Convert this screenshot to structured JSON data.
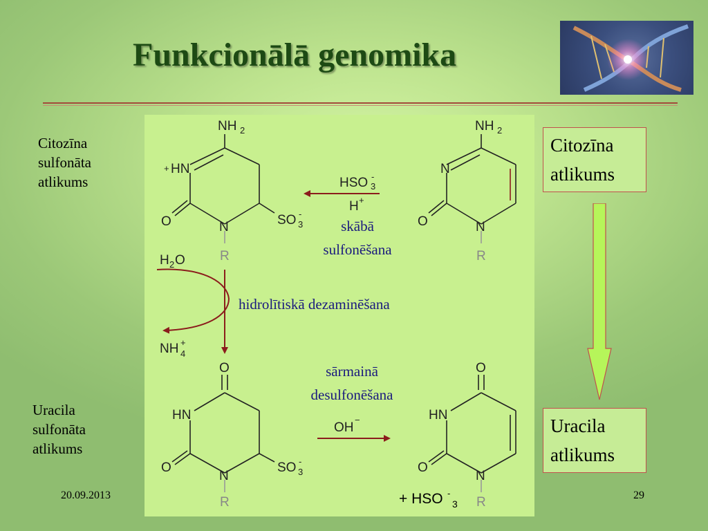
{
  "slide": {
    "title": "Funkcionālā genomika",
    "date": "20.09.2013",
    "page_number": "29"
  },
  "left_labels": {
    "top": [
      "Citozīna",
      "sulfonāta",
      "atlikums"
    ],
    "bottom": [
      "Uracila",
      "sulfonāta",
      "atlikums"
    ]
  },
  "right_boxes": {
    "top": [
      "Citozīna",
      "atlikums"
    ],
    "bottom": [
      "Uracila",
      "atlikums"
    ]
  },
  "reactions": {
    "acid_sulfonation": [
      "skābā",
      "sulfonēšana"
    ],
    "hydrolytic_deamination": "hidrolītiskā dezaminēšana",
    "alkaline_desulfonation": [
      "sārmainā",
      "desulfonēšana"
    ],
    "released_product": {
      "main": "+ HSO",
      "sup": "-",
      "sub": "3"
    }
  },
  "reagents": {
    "bisulfite": {
      "main": "HSO",
      "sub": "3",
      "sup": "-"
    },
    "proton": {
      "main": "H",
      "sup": "+"
    },
    "water": {
      "main": "H",
      "sub": "2",
      "rest": "O"
    },
    "ammonium": {
      "main": "NH",
      "sub": "4",
      "sup": "+"
    },
    "hydroxide": {
      "main": "OH",
      "sup": "−"
    }
  },
  "atoms": {
    "nh2": "NH",
    "two": "2",
    "hn_plus_prefix": "+",
    "hn": "HN",
    "n": "N",
    "o": "O",
    "r": "R",
    "so3": "SO",
    "three": "3",
    "minus": "-"
  },
  "colors": {
    "arrow": "#8b1c1c",
    "panel": "#c8f08f",
    "title": "#1d4a14",
    "box_border": "#c0504d",
    "flow_arrow": "#b6f55a",
    "label_text": "#1a1a7e"
  }
}
